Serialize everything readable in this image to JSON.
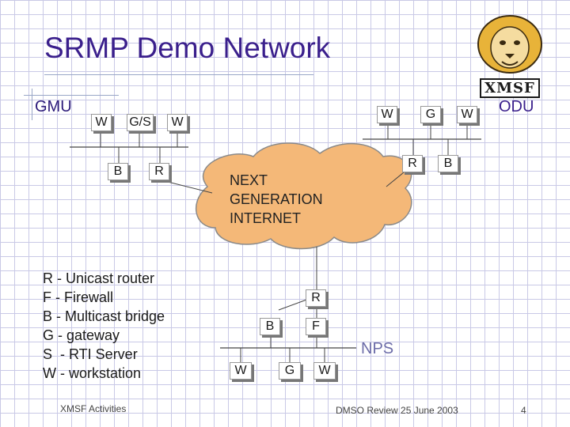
{
  "title": "SRMP Demo Network",
  "sites": {
    "gmu": "GMU",
    "odu": "ODU",
    "nps": "NPS"
  },
  "gmu": {
    "top": [
      "W",
      "G/S",
      "W"
    ],
    "bottom": [
      "B",
      "R"
    ]
  },
  "odu": {
    "top": [
      "W",
      "G",
      "W"
    ],
    "bottom": [
      "R",
      "B"
    ]
  },
  "cloud": [
    "NEXT",
    "GENERATION",
    "INTERNET"
  ],
  "nps": {
    "router": "R",
    "bridge": "B",
    "firewall": "F",
    "bottom": [
      "W",
      "G",
      "W"
    ]
  },
  "legend": [
    "R - Unicast router",
    "F - Firewall",
    "B - Multicast bridge",
    "G - gateway",
    "S  - RTI Server",
    "W - workstation"
  ],
  "logo": {
    "text": "XMSF",
    "icon": "lion-head-icon"
  },
  "footer": {
    "left": "XMSF Activities",
    "center": "DMSO Review  25 June 2003",
    "page": "4"
  },
  "colors": {
    "title": "#3a1f8c",
    "cloud": "#f4b878",
    "grid": "#c9c9e6"
  }
}
